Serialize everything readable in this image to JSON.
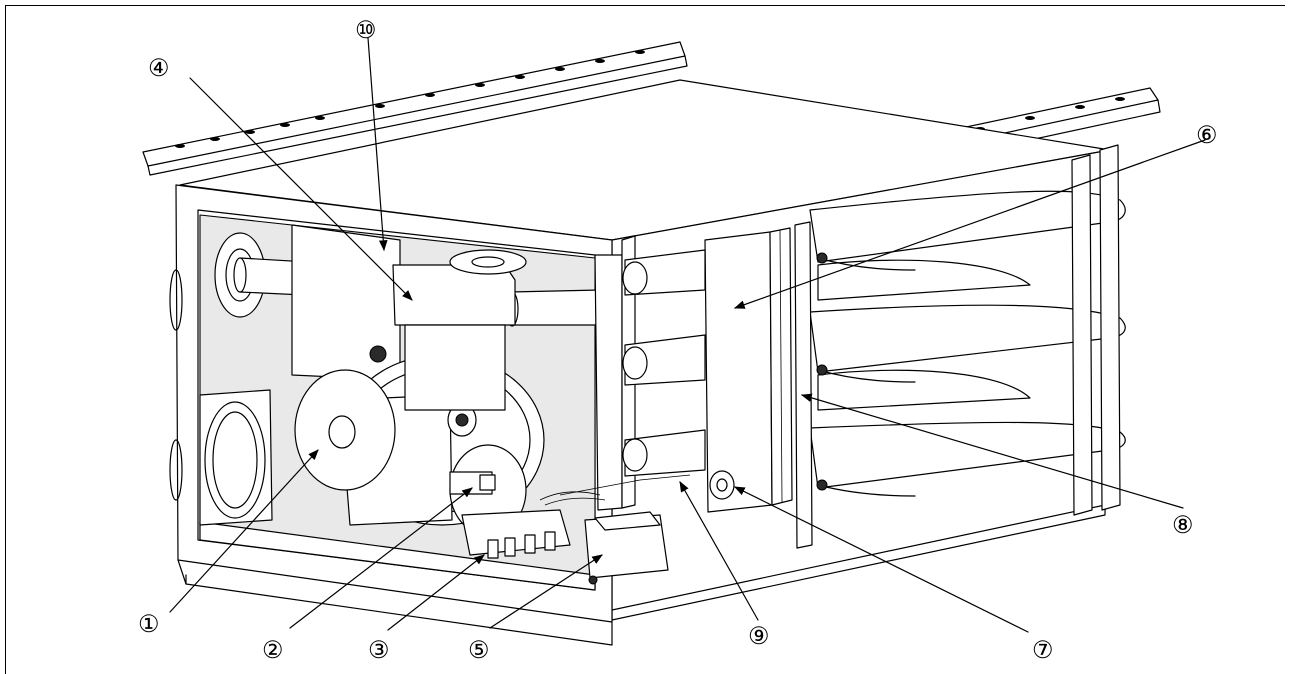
{
  "callouts": [
    {
      "id": "c1",
      "label": "①"
    },
    {
      "id": "c2",
      "label": "②"
    },
    {
      "id": "c3",
      "label": "③"
    },
    {
      "id": "c4",
      "label": "④"
    },
    {
      "id": "c5",
      "label": "⑤"
    },
    {
      "id": "c6",
      "label": "⑥"
    },
    {
      "id": "c7",
      "label": "⑦"
    },
    {
      "id": "c8",
      "label": "⑧"
    },
    {
      "id": "c9",
      "label": "⑨"
    },
    {
      "id": "c10",
      "label": "⑩"
    }
  ],
  "colors": {
    "line": "#000000",
    "background": "#ffffff",
    "panel": "#e9e9e9"
  }
}
